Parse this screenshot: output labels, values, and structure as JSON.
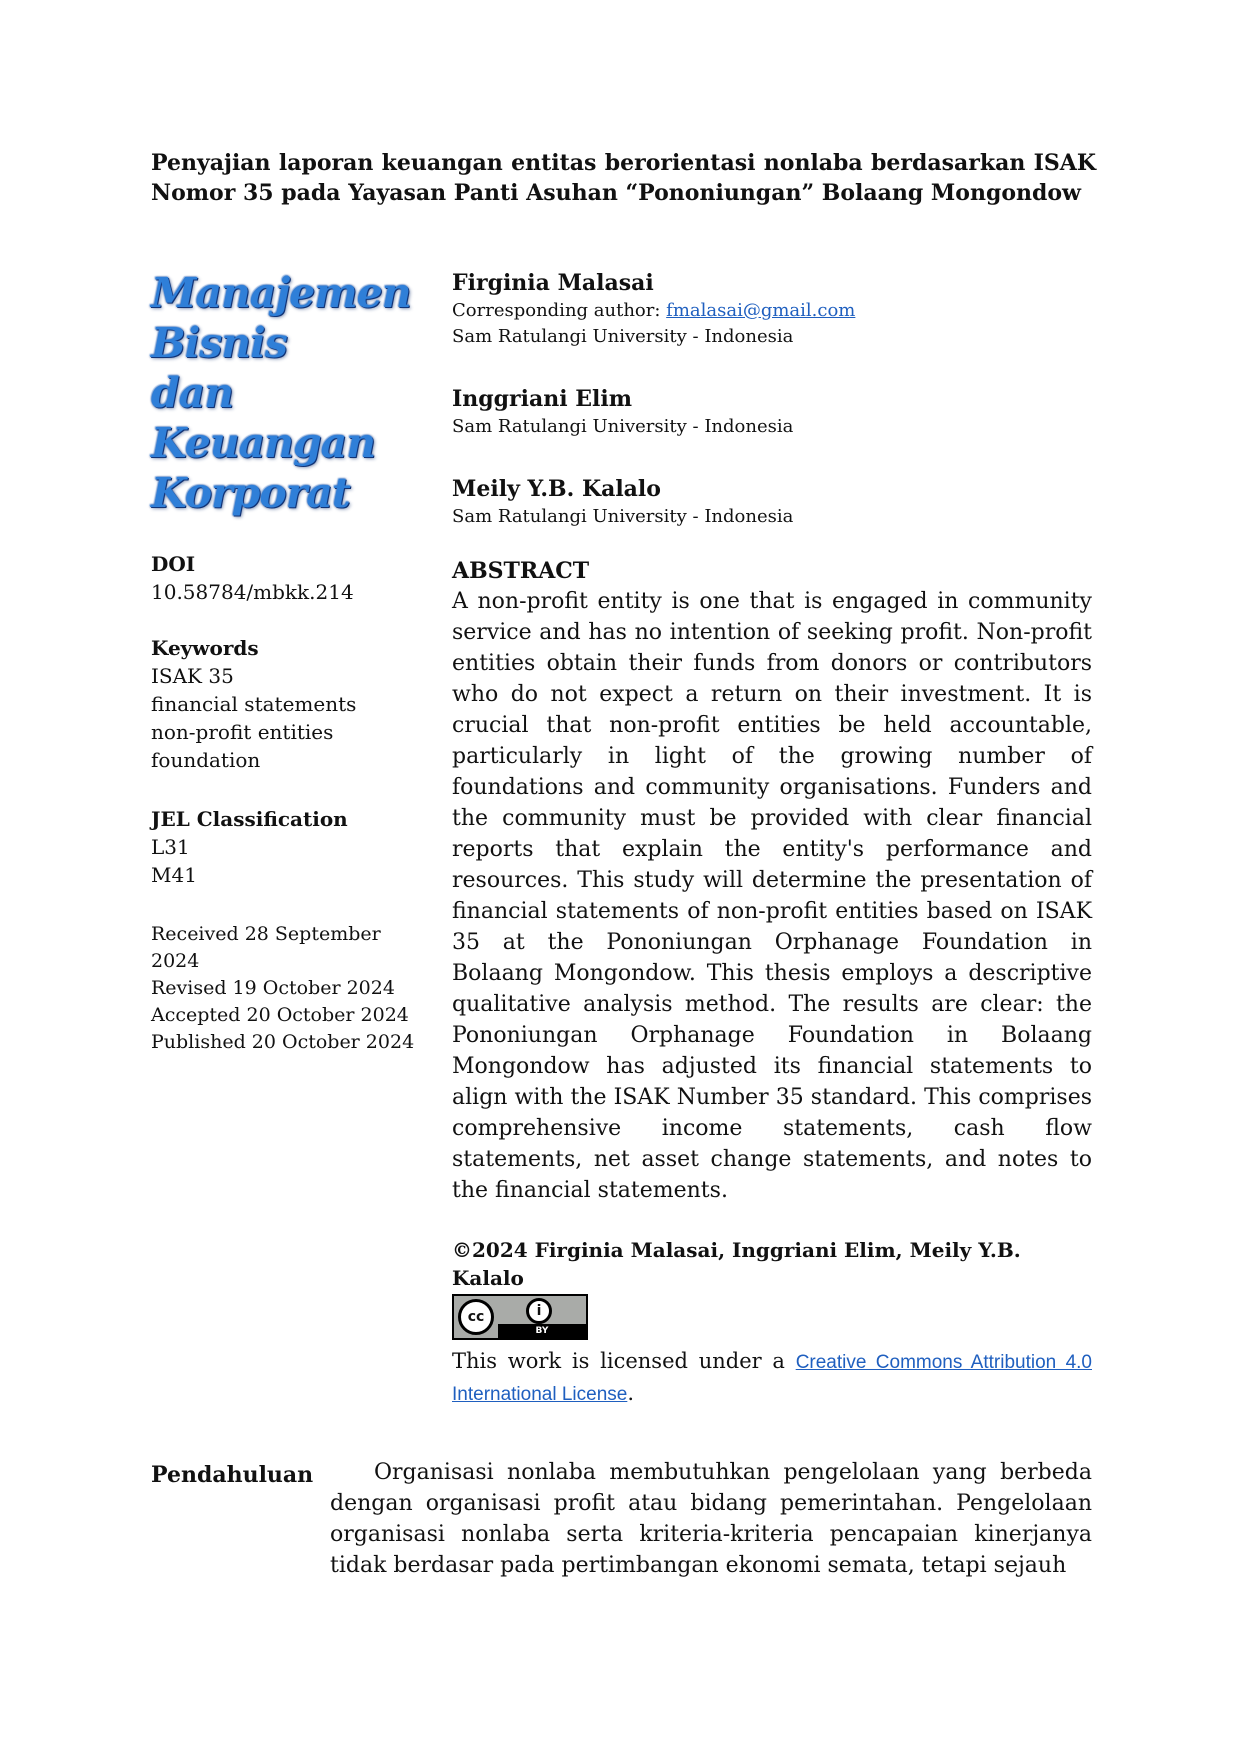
{
  "title": "Penyajian laporan keuangan entitas berorientasi nonlaba berdasarkan ISAK Nomor 35 pada Yayasan Panti Asuhan “Pononiungan” Bolaang Mongondow",
  "journal_logo": {
    "lines": [
      "Manajemen",
      "Bisnis",
      "dan",
      "Keuangan",
      "Korporat"
    ]
  },
  "authors": [
    {
      "name": "Firginia Malasai",
      "corresponding_prefix": "Corresponding author: ",
      "email": "fmalasai@gmail.com",
      "affiliation": "Sam Ratulangi University - Indonesia"
    },
    {
      "name": "Inggriani Elim",
      "affiliation": "Sam Ratulangi University - Indonesia"
    },
    {
      "name": "Meily Y.B. Kalalo",
      "affiliation": "Sam Ratulangi University - Indonesia"
    }
  ],
  "sidebar": {
    "doi_label": "DOI",
    "doi_value": "10.58784/mbkk.214",
    "keywords_label": "Keywords",
    "keywords": [
      "ISAK 35",
      "financial statements",
      "non-profit entities",
      "foundation"
    ],
    "jel_label": "JEL Classification",
    "jel": [
      "L31",
      "M41"
    ],
    "dates": [
      "Received 28 September 2024",
      "Revised 19 October 2024",
      "Accepted 20 October 2024",
      "Published 20 October 2024"
    ]
  },
  "abstract": {
    "heading": "ABSTRACT",
    "text": "A non-profit entity is one that is engaged in community service and has no intention of seeking profit. Non-profit entities obtain their funds from donors or contributors who do not expect a return on their investment. It is crucial that non-profit entities be held accountable, particularly in light of the growing number of foundations and community organisations. Funders and the community must be provided with clear financial reports that explain the entity's performance and resources. This study will determine the presentation of financial statements of non-profit entities based on ISAK 35 at the Pononiungan Orphanage Foundation in Bolaang Mongondow. This thesis employs a descriptive qualitative analysis method. The results are clear: the Pononiungan Orphanage Foundation in Bolaang Mongondow has adjusted its financial statements to align with the ISAK Number 35 standard. This comprises comprehensive income statements, cash flow statements, net asset change statements, and notes to the financial statements."
  },
  "copyright": {
    "line": "©2024 Firginia Malasai, Inggriani Elim, Meily Y.B. Kalalo",
    "badge_cc": "cc",
    "badge_by_symbol": "i",
    "badge_by": "BY",
    "license_prefix": "This work is licensed under a ",
    "license_link": "Creative Commons Attribution 4.0 International License",
    "license_suffix": "."
  },
  "section": {
    "label": "Pendahuluan",
    "text": "Organisasi nonlaba membutuhkan pengelolaan yang berbeda dengan organisasi profit atau bidang pemerintahan. Pengelolaan organisasi nonlaba serta kriteria-kriteria pencapaian kinerjanya tidak berdasar pada pertimbangan ekonomi semata, tetapi sejauh"
  }
}
